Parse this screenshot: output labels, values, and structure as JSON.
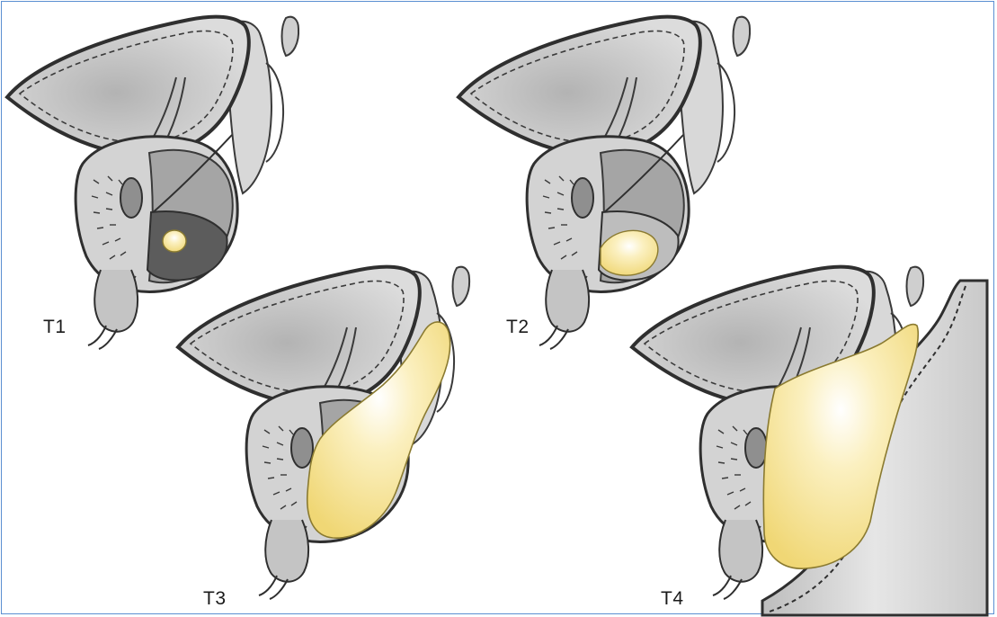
{
  "labels": {
    "t1": "T1",
    "t2": "T2",
    "t3": "T3",
    "t4": "T4"
  },
  "colors": {
    "frame_border": "#5b8fd1",
    "organ_fill": "#d3d3d3",
    "organ_dark": "#9e9e9e",
    "outline": "#3a3a3a",
    "tumor": "#f4e08a",
    "tumor_light": "#fff8dc",
    "rectum_wall": "#c8c8c8"
  }
}
